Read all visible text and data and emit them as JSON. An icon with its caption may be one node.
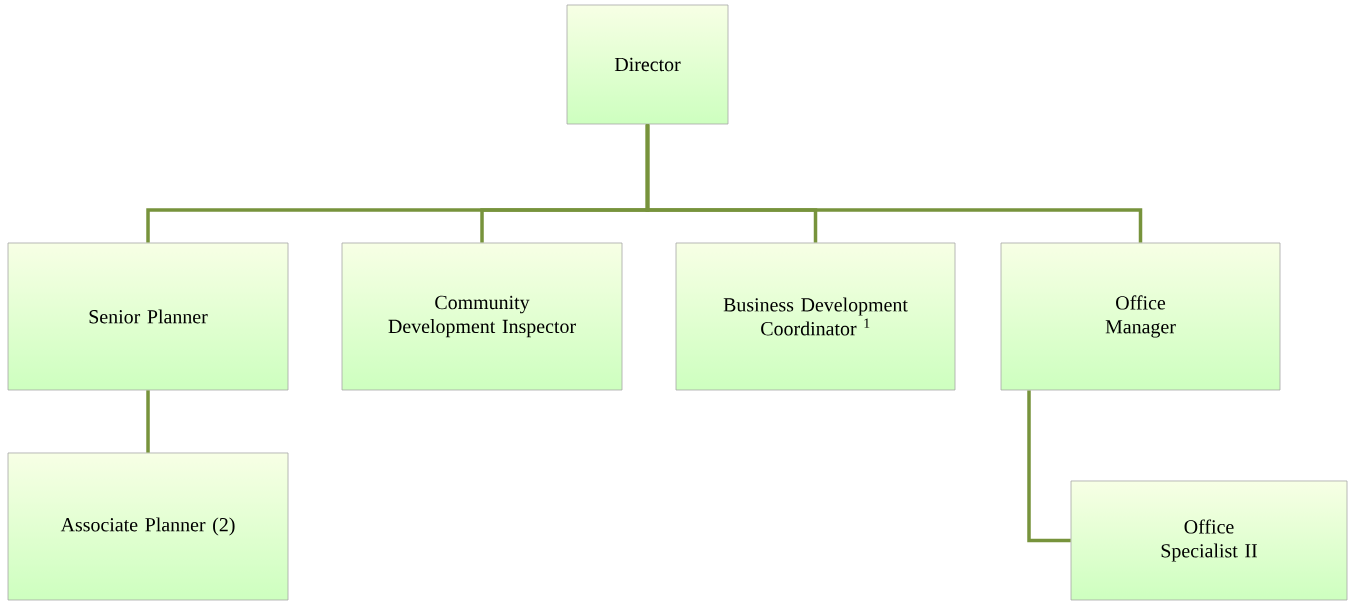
{
  "diagram": {
    "nodes": [
      {
        "text": [
          "Director"
        ]
      },
      {
        "text": [
          "Senior Planner"
        ]
      },
      {
        "text": [
          "Community Development Inspector"
        ]
      },
      {
        "text": [
          "Business Development Coordinator $^{1}$"
        ]
      },
      {
        "text": [
          "Office Manager"
        ]
      },
      {
        "text": [
          "Associate Planner (2)"
        ]
      },
      {
        "text": [
          "Office Specialist II"
        ]
      }
    ],
    "edges": [
      {
        "from": 0,
        "to": 1,
        "arrow": "none"
      },
      {
        "from": 0,
        "to": 2,
        "arrow": "none"
      },
      {
        "from": 0,
        "to": 3,
        "arrow": "none"
      },
      {
        "from": 0,
        "to": 4,
        "arrow": "none"
      },
      {
        "from": 1,
        "to": 5,
        "arrow": "none"
      },
      {
        "from": 4,
        "to": 6,
        "arrow": "none"
      }
    ]
  }
}
